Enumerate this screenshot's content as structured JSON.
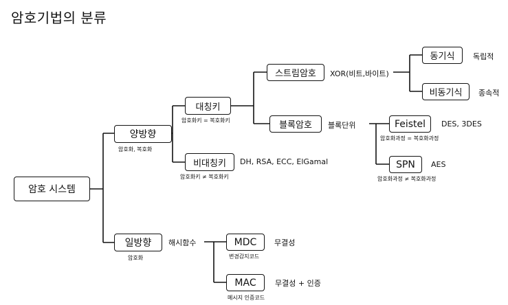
{
  "title": "암호기법의 분류",
  "nodes": {
    "root": "암호 시스템",
    "two_way": {
      "label": "양방향",
      "caption": "암호화, 복호화"
    },
    "one_way": {
      "label": "일방향",
      "caption": "암호화",
      "note": "해시함수"
    },
    "symmetric": {
      "label": "대칭키",
      "caption": "암호화키 = 복호화키"
    },
    "asymmetric": {
      "label": "비대칭키",
      "caption": "암호화키 ≠ 복호화키",
      "note": "DH, RSA, ECC, ElGamal"
    },
    "stream": {
      "label": "스트림암호",
      "note": "XOR(비트,바이트)"
    },
    "block": {
      "label": "블록암호",
      "note": "블록단위"
    },
    "sync": {
      "label": "동기식",
      "note": "독립적"
    },
    "async": {
      "label": "비동기식",
      "note": "종속적"
    },
    "feistel": {
      "label": "Feistel",
      "caption": "암호화과정 = 복호화과정",
      "note": "DES, 3DES"
    },
    "spn": {
      "label": "SPN",
      "caption": "암호화과정 ≠ 복호화과정",
      "note": "AES"
    },
    "mdc": {
      "label": "MDC",
      "caption": "변경감지코드",
      "note": "무결성"
    },
    "mac": {
      "label": "MAC",
      "caption": "메시지 인증코드",
      "note": "무결성 + 인증"
    }
  }
}
